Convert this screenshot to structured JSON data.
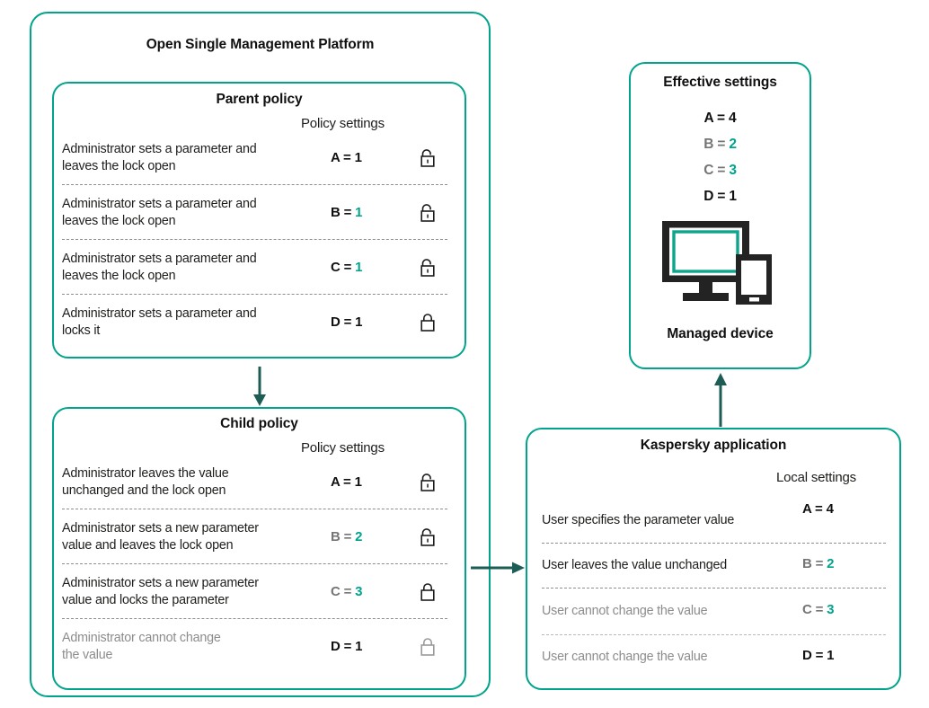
{
  "theme": {
    "accent": "#00a38c",
    "arrow": "#1d5d55",
    "text": "#1d1d1b",
    "dim_text": "#8c8c8c",
    "device_dark": "#232323"
  },
  "platform": {
    "title": "Open Single Management Platform"
  },
  "parent_policy": {
    "title": "Parent policy",
    "column_header": "Policy settings",
    "rows": [
      {
        "label": "Administrator sets a parameter and\nleaves the lock open",
        "key": "A =",
        "value": "1",
        "value_accent": false,
        "key_dim": false,
        "label_dim": false,
        "lock": "lock-open-icon",
        "lock_dim": false
      },
      {
        "label": "Administrator sets a parameter and\nleaves the lock open",
        "key": "B =",
        "value": "1",
        "value_accent": true,
        "key_dim": false,
        "label_dim": false,
        "lock": "lock-open-icon",
        "lock_dim": false
      },
      {
        "label": "Administrator sets a parameter and\nleaves the lock open",
        "key": "C =",
        "value": "1",
        "value_accent": true,
        "key_dim": false,
        "label_dim": false,
        "lock": "lock-open-icon",
        "lock_dim": false
      },
      {
        "label": "Administrator sets a parameter and\nlocks it",
        "key": "D =",
        "value": "1",
        "value_accent": false,
        "key_dim": false,
        "label_dim": false,
        "lock": "lock-closed-icon",
        "lock_dim": false
      }
    ]
  },
  "child_policy": {
    "title": "Child policy",
    "column_header": "Policy settings",
    "rows": [
      {
        "label": "Administrator leaves the value\nunchanged  and the lock open",
        "key": "A =",
        "value": "1",
        "value_accent": false,
        "key_dim": false,
        "label_dim": false,
        "lock": "lock-open-icon",
        "lock_dim": false
      },
      {
        "label": "Administrator sets a new parameter\nvalue and leaves the lock open",
        "key": "B =",
        "value": "2",
        "value_accent": true,
        "key_dim": true,
        "label_dim": false,
        "lock": "lock-open-icon",
        "lock_dim": false
      },
      {
        "label": "Administrator sets a new parameter\n value and locks the parameter",
        "key": "C =",
        "value": "3",
        "value_accent": true,
        "key_dim": true,
        "label_dim": false,
        "lock": "lock-closed-icon",
        "lock_dim": false
      },
      {
        "label": "Administrator cannot change\nthe value",
        "key": "D =",
        "value": "1",
        "value_accent": false,
        "key_dim": false,
        "label_dim": true,
        "lock": "lock-closed-icon",
        "lock_dim": true
      }
    ]
  },
  "kaspersky_application": {
    "title": "Kaspersky application",
    "column_header": "Local settings",
    "rows": [
      {
        "label": "User specifies the parameter value",
        "key": "A =",
        "value": "4",
        "value_accent": false,
        "key_dim": false,
        "label_dim": false
      },
      {
        "label": "User leaves the value unchanged",
        "key": "B =",
        "value": "2",
        "value_accent": true,
        "key_dim": true,
        "label_dim": false
      },
      {
        "label": "User cannot change the value",
        "key": "C =",
        "value": "3",
        "value_accent": true,
        "key_dim": true,
        "label_dim": true
      },
      {
        "label": "User cannot change the value",
        "key": "D =",
        "value": "1",
        "value_accent": false,
        "key_dim": false,
        "label_dim": true
      }
    ]
  },
  "effective_settings": {
    "title": "Effective settings",
    "lines": [
      {
        "key": "A =",
        "value": "4",
        "value_accent": false,
        "key_dim": false
      },
      {
        "key": "B =",
        "value": "2",
        "value_accent": true,
        "key_dim": true
      },
      {
        "key": "C =",
        "value": "3",
        "value_accent": true,
        "key_dim": true
      },
      {
        "key": "D =",
        "value": "1",
        "value_accent": false,
        "key_dim": false
      }
    ],
    "device_caption": "Managed device",
    "device_icon": "monitor-and-phone-icon"
  },
  "arrows": [
    {
      "name": "arrow-parent-to-child",
      "direction": "down"
    },
    {
      "name": "arrow-child-to-application",
      "direction": "right"
    },
    {
      "name": "arrow-application-to-device",
      "direction": "up"
    }
  ]
}
